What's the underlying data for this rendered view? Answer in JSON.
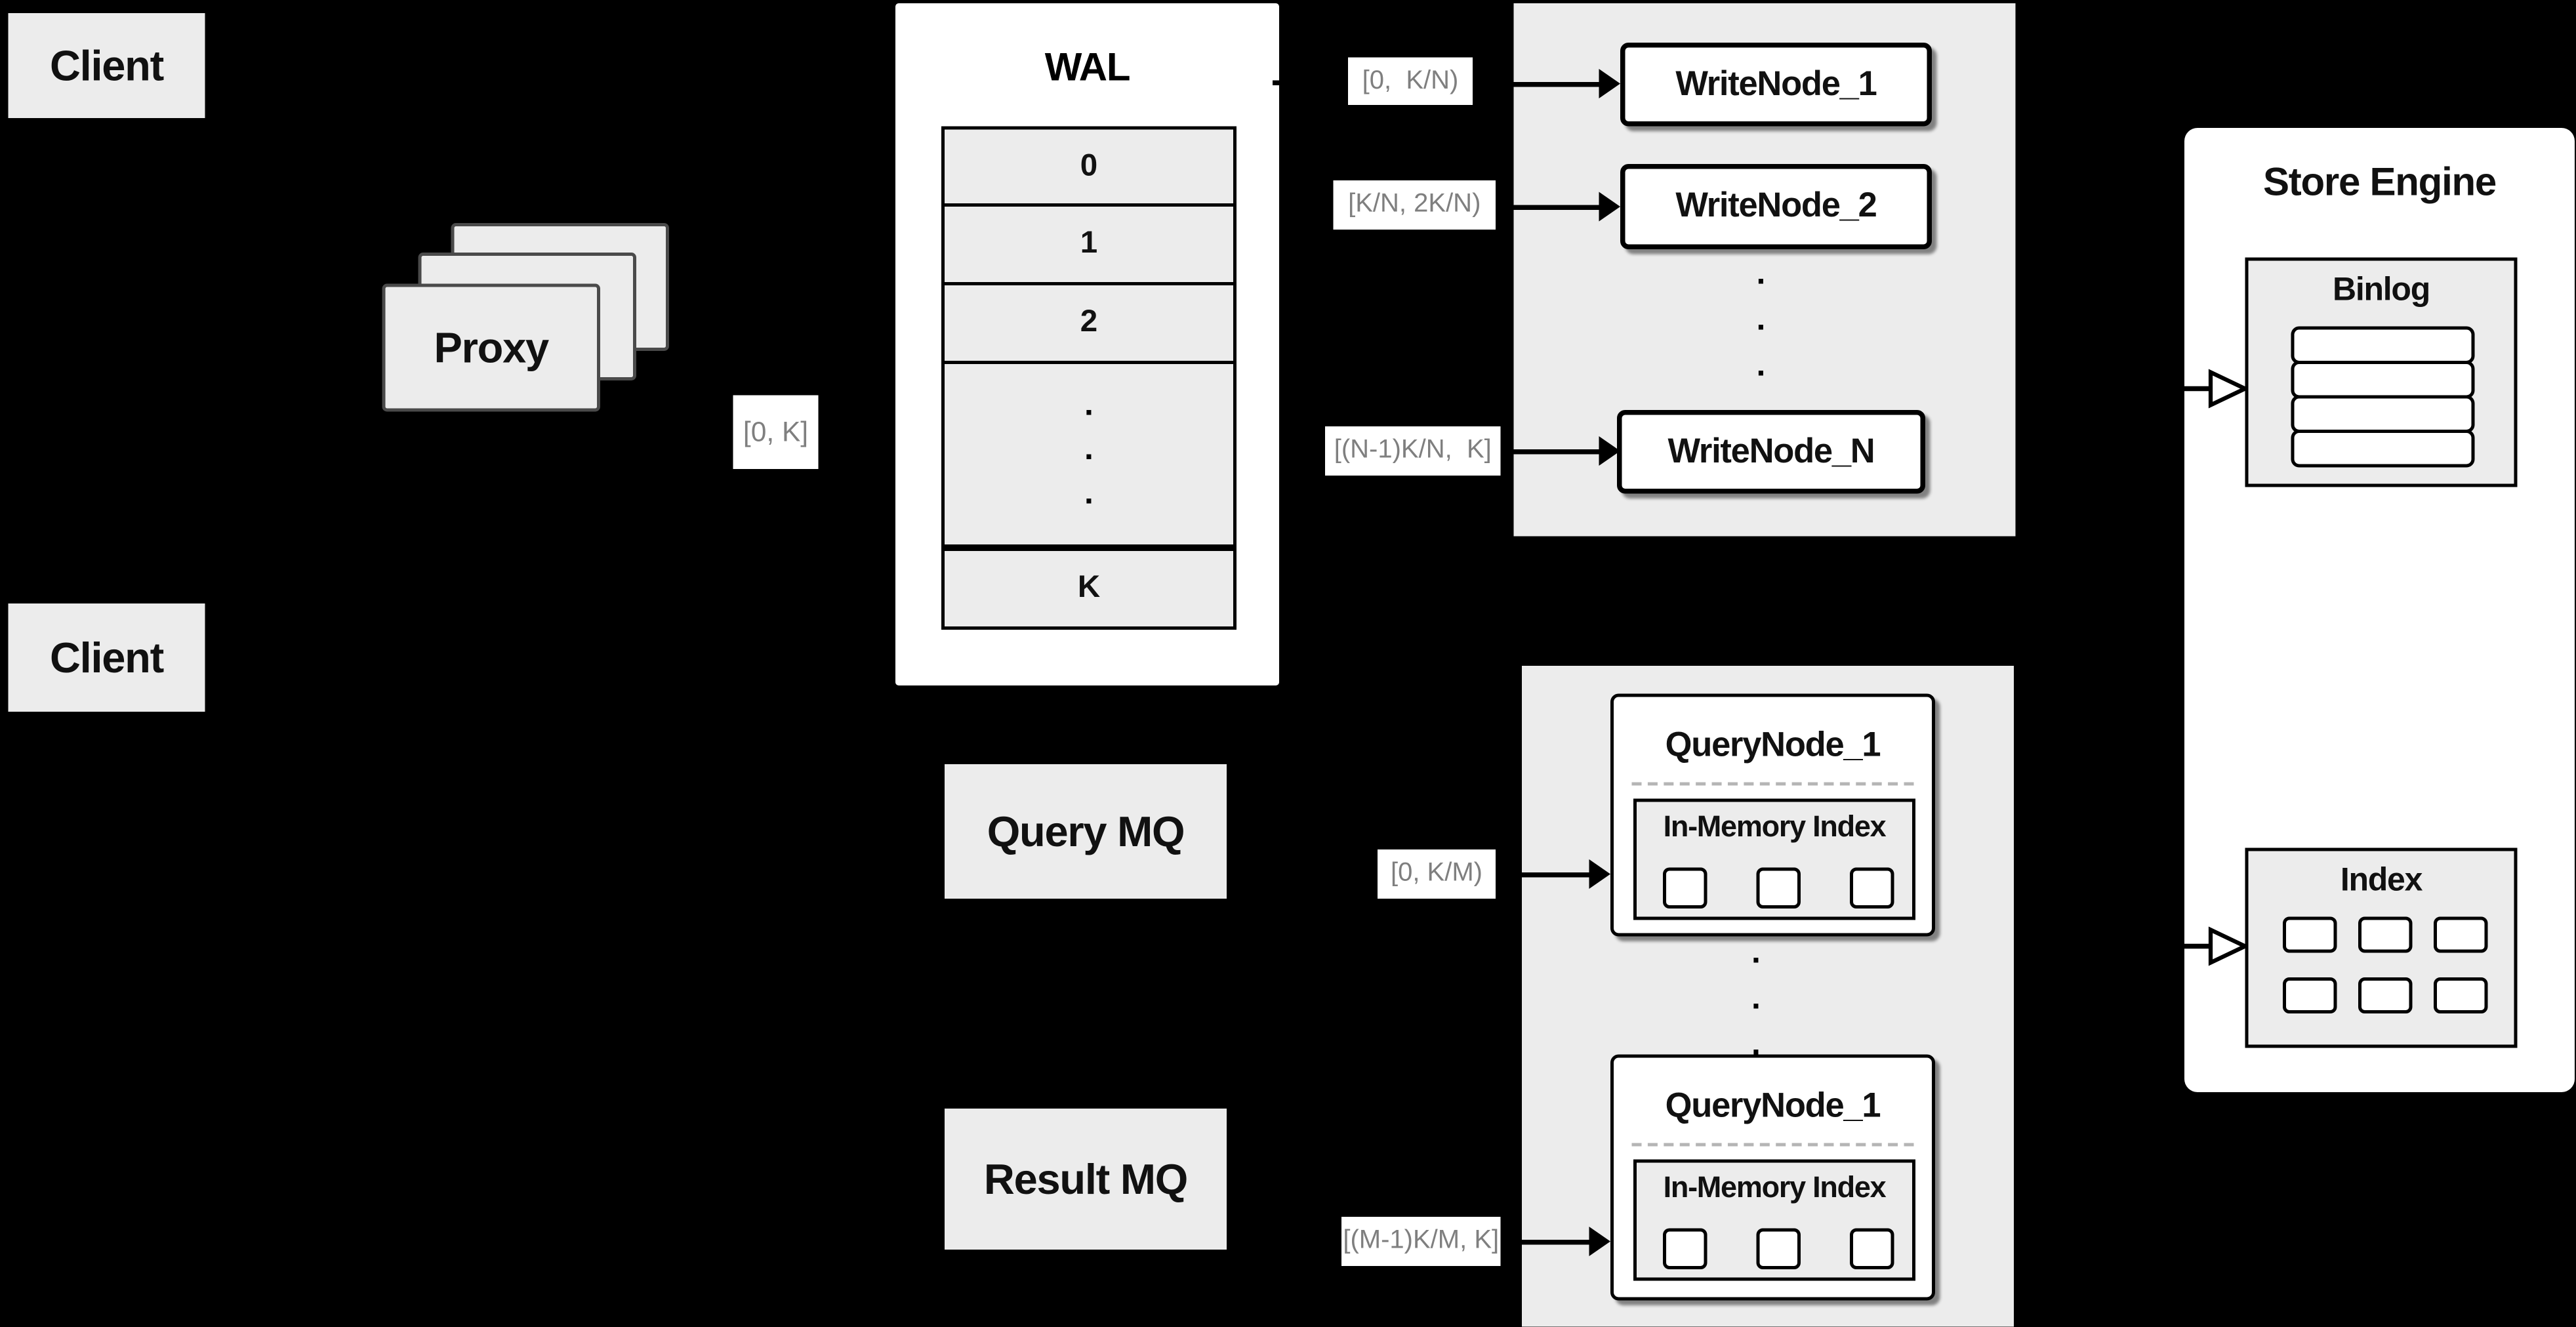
{
  "colors": {
    "background": "#000000",
    "panel_fill": "#ececec",
    "node_fill": "#ffffff",
    "border": "#000000",
    "proxy_border": "#4a4a4a",
    "range_label_text": "#7f7f7f"
  },
  "clients": {
    "top": "Client",
    "bottom": "Client"
  },
  "proxy": {
    "name": "Proxy",
    "range": "[0, K]"
  },
  "wal": {
    "title": "WAL",
    "rows": [
      "0",
      "1",
      "2"
    ],
    "last_row": "K"
  },
  "write_nodes": {
    "node1": {
      "range": "[0,  K/N)",
      "name": "WriteNode_1"
    },
    "node2": {
      "range": "[K/N, 2K/N)",
      "name": "WriteNode_2"
    },
    "nodeN": {
      "range": "[(N-1)K/N,  K]",
      "name": "WriteNode_N"
    }
  },
  "store_engine": {
    "title": "Store Engine",
    "binlog": "Binlog",
    "index": "Index"
  },
  "query": {
    "query_mq": "Query MQ",
    "result_mq": "Result MQ",
    "node_top": {
      "range": "[0, K/M)",
      "name": "QueryNode_1",
      "inner": "In-Memory Index"
    },
    "node_bottom": {
      "range": "[(M-1)K/M, K]",
      "name": "QueryNode_1",
      "inner": "In-Memory Index"
    }
  },
  "symbols": {
    "dot": "."
  }
}
